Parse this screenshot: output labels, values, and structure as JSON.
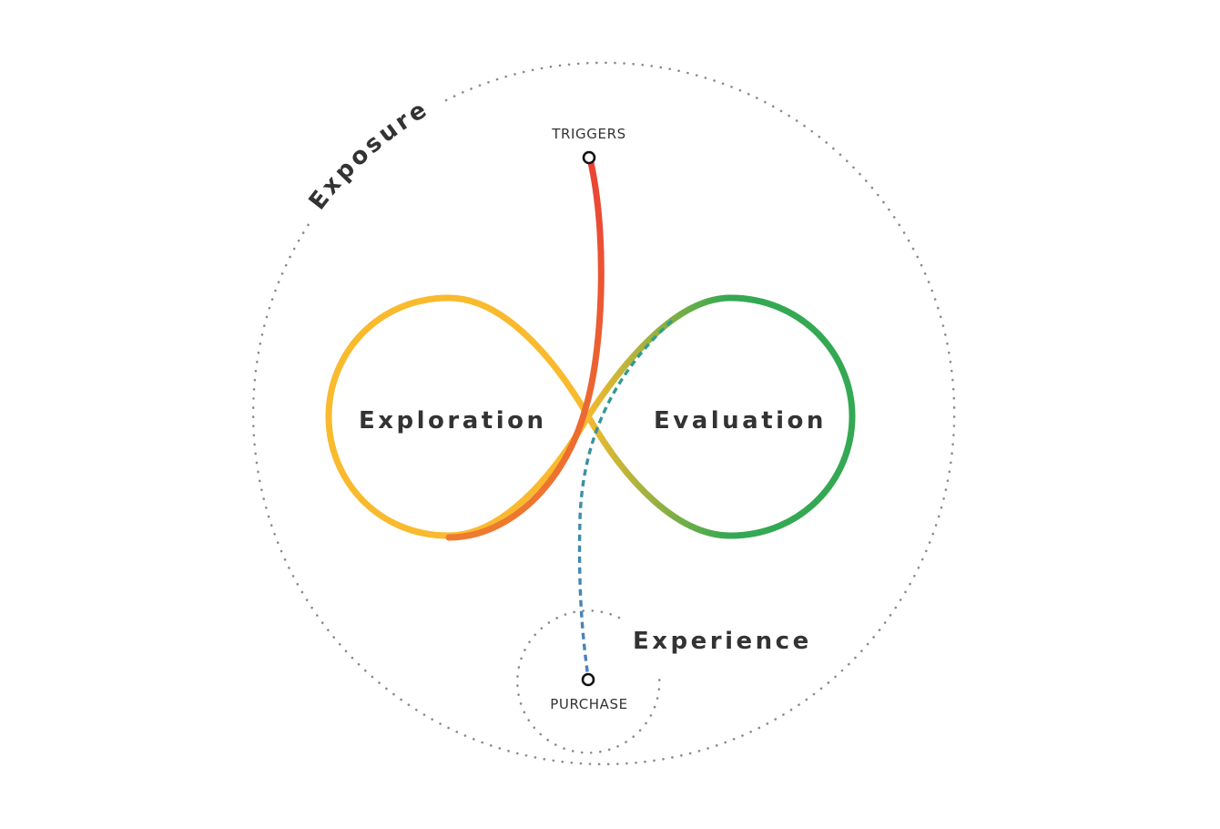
{
  "labels": {
    "exposure": "Exposure",
    "exploration": "Exploration",
    "evaluation": "Evaluation",
    "experience": "Experience",
    "triggers": "TRIGGERS",
    "purchase": "PURCHASE"
  },
  "colors": {
    "exploration_loop": "#F9BA2E",
    "evaluation_loop": "#34A853",
    "trigger_path_start": "#EA4335",
    "trigger_path_end": "#EE7A2F",
    "purchase_path_top": "#2E9E8C",
    "purchase_path_bottom": "#4A7FC1",
    "dotted_boundary": "#8A8A8A",
    "text": "#333333"
  }
}
